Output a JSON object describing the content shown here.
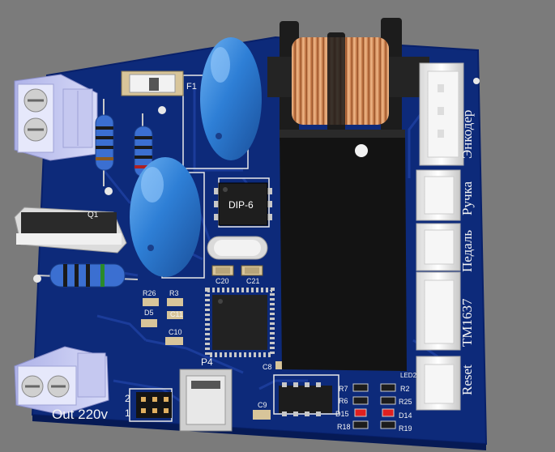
{
  "board": {
    "colors": {
      "background": "#7b7b7b",
      "pcb": "#0d2a7a",
      "trace": "#1b3c9a",
      "silkscreen": "#f4f4f4",
      "capacitor": "#2e7fd6",
      "coil_wire": "#e0a070",
      "connector": "#f2f2f2",
      "led": "#e02020"
    },
    "labels": {
      "fuse": "F1",
      "transistor": "Q1",
      "dip_chip": "DIP-6",
      "c20": "C20",
      "c21": "C21",
      "r26": "R26",
      "r3": "R3",
      "d5": "D5",
      "c11": "C11",
      "c10": "C10",
      "p4": "P4",
      "c8": "C8",
      "c9": "C9",
      "r7": "R7",
      "r6": "R6",
      "d15": "D15",
      "r18": "R18",
      "r2": "R2",
      "r25": "R25",
      "d14": "D14",
      "r19": "R19",
      "led2": "LED2",
      "header_pin2": "2",
      "header_pin1": "1",
      "out_220v": "Out 220v",
      "conn_encoder": "Энкодер",
      "conn_handle": "Ручка",
      "conn_pedal": "Педаль",
      "conn_tm1637": "TM1637",
      "conn_reset": "Reset"
    }
  }
}
